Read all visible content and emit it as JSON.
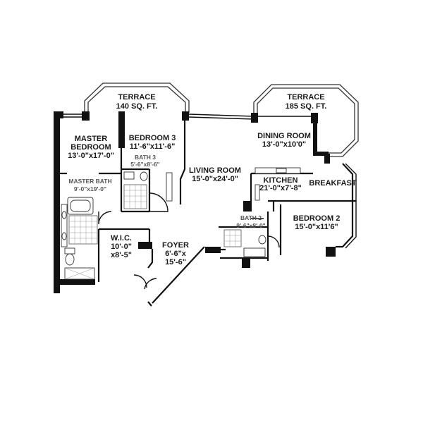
{
  "rooms": {
    "terrace_left": {
      "name": "TERRACE",
      "size": "140 SQ. FT."
    },
    "terrace_right": {
      "name": "TERRACE",
      "size": "185 SQ. FT."
    },
    "master_bedroom": {
      "name_line1": "MASTER",
      "name_line2": "BEDROOM",
      "size": "13'-0\"x17'-0\""
    },
    "bedroom3": {
      "name": "BEDROOM 3",
      "size": "11'-6\"x11'-6\""
    },
    "bath3": {
      "name": "BATH 3",
      "size": "5'-6\"x8'-6\""
    },
    "dining_room": {
      "name": "DINING ROOM",
      "size": "13'-0\"x10'0\""
    },
    "living_room": {
      "name": "LIVING ROOM",
      "size": "15'-0\"x24'-0\""
    },
    "kitchen": {
      "name": "KITCHEN",
      "size": "21'-0\"x7'-8\""
    },
    "breakfast": {
      "name": "BREAKFAST"
    },
    "master_bath": {
      "name": "MASTER BATH",
      "size": "9'-0\"x19'-0\""
    },
    "bath2": {
      "name": "BATH 2",
      "size": "9'-6\"x8'-0\""
    },
    "bedroom2": {
      "name": "BEDROOM 2",
      "size": "15'-0\"x11'6\""
    },
    "wic": {
      "name": "W.I.C.",
      "size_line1": "10'-0\"",
      "size_line2": "x8'-5\""
    },
    "foyer": {
      "name": "FOYER",
      "size_line1": "6'-6\"x",
      "size_line2": "15'-6\""
    }
  }
}
